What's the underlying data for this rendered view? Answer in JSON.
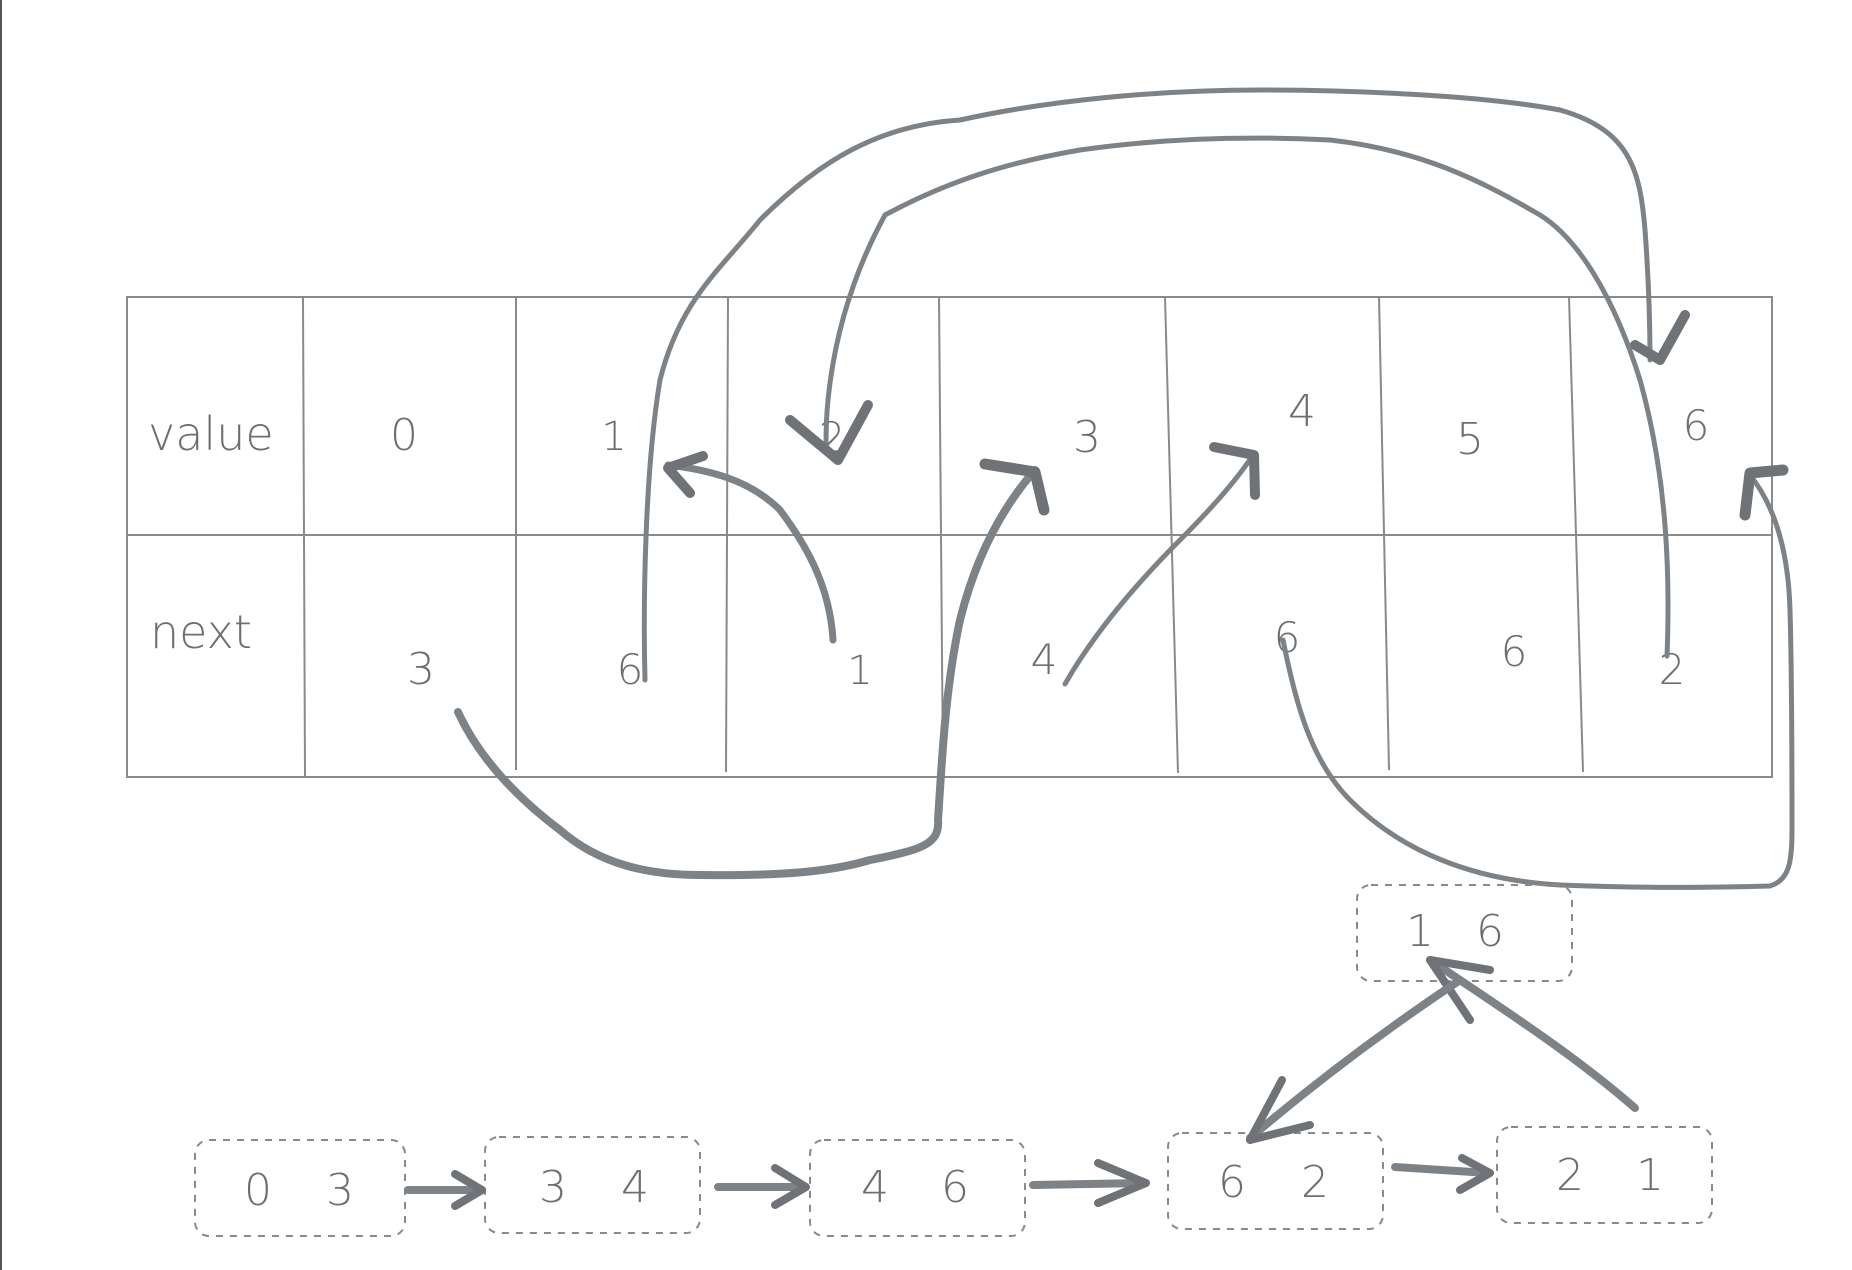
{
  "table": {
    "row_labels": [
      "value",
      "next"
    ],
    "values": [
      "0",
      "1",
      "2",
      "3",
      "4",
      "5",
      "6"
    ],
    "next": [
      "3",
      "6",
      "1",
      "4",
      "6",
      "6",
      "2"
    ]
  },
  "chain": [
    {
      "value": "0",
      "next": "3"
    },
    {
      "value": "3",
      "next": "4"
    },
    {
      "value": "4",
      "next": "6"
    },
    {
      "value": "6",
      "next": "2"
    },
    {
      "value": "2",
      "next": "1"
    }
  ],
  "loop_node": {
    "value": "1",
    "next": "6"
  },
  "colors": {
    "ink": "#6e6e6e",
    "arrow": "#7d8287",
    "grid": "#8a8a8a"
  }
}
